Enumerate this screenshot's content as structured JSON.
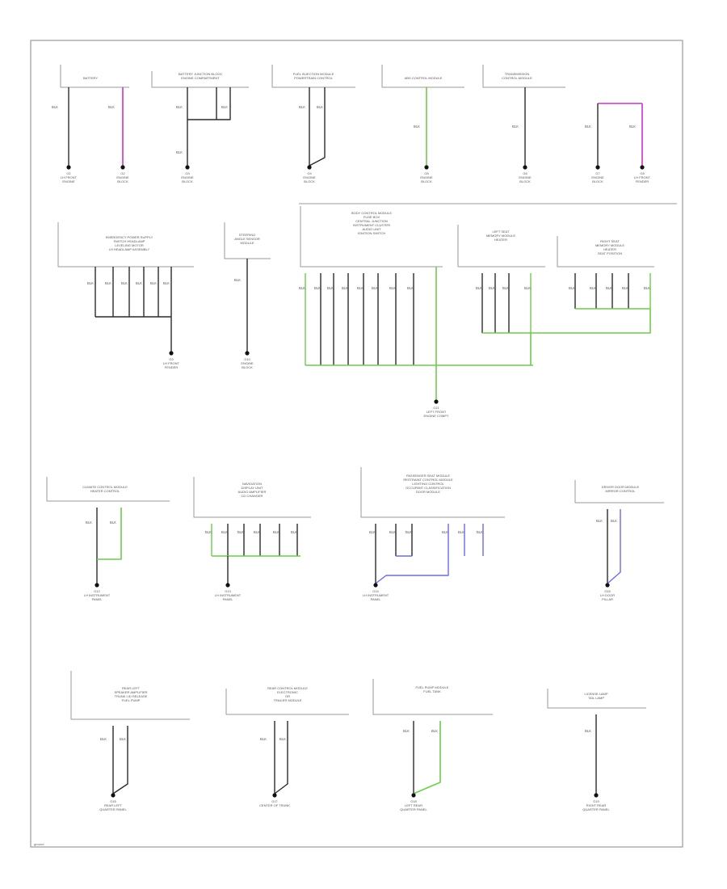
{
  "colors": {
    "wire": "#2a2a2a",
    "green": "#6ccc4c",
    "pink": "#cc33cc",
    "blue": "#6a6aee",
    "frame": "#9a9a9a"
  },
  "footer": "ground",
  "row1": {
    "battery": {
      "title": [
        "BATTERY"
      ],
      "wires": [
        "BLK",
        "BLK"
      ],
      "grounds": [
        [
          "G1",
          "LH FRONT",
          "ENGINE"
        ],
        [
          "G2",
          "ENGINE",
          "BLOCK"
        ]
      ]
    },
    "junction": {
      "title": [
        "BATTERY JUNCTION BLOCK",
        "ENGINE COMPARTMENT"
      ],
      "wires": [
        "BLK",
        "BLK",
        "BLK"
      ],
      "grounds": [
        [
          "G3",
          "ENGINE",
          "BLOCK"
        ]
      ]
    },
    "fuel": {
      "title": [
        "FUEL INJECTION MODULE",
        "POWERTRAIN CONTROL"
      ],
      "wires": [
        "BLK",
        "BLK"
      ],
      "grounds": [
        [
          "G4",
          "ENGINE",
          "BLOCK"
        ]
      ]
    },
    "abs": {
      "title": [
        "ABS CONTROL MODULE"
      ],
      "wires": [
        "BLK"
      ],
      "grounds": [
        [
          "G5",
          "ENGINE",
          "BLOCK"
        ]
      ]
    },
    "transmission": {
      "title": [
        "TRANSMISSION",
        "CONTROL MODULE"
      ],
      "wires": [
        "BLK"
      ],
      "grounds": [
        [
          "G6",
          "ENGINE",
          "BLOCK"
        ]
      ]
    },
    "unlabeled": {
      "title": [],
      "wires": [
        "BLK",
        "BLK"
      ],
      "grounds": [
        [
          "G7",
          "ENGINE",
          "BLOCK"
        ],
        [
          "G8",
          "LH FRONT",
          "FENDER"
        ]
      ]
    }
  },
  "row2": {
    "emergency": {
      "title": [
        "EMERGENCY POWER SUPPLY",
        "SWITCH HEADLAMP",
        "LEVELING MOTOR",
        "LH HEADLAMP ASSEMBLY"
      ],
      "wires": [
        "BLK",
        "BLK",
        "BLK",
        "BLK",
        "BLK",
        "BLK"
      ],
      "grounds": [
        [
          "G9",
          "LH FRONT",
          "FENDER"
        ]
      ]
    },
    "steering": {
      "title": [
        "STEERING",
        "ANGLE SENSOR",
        "MODULE"
      ],
      "wires": [
        "BLK"
      ],
      "grounds": [
        [
          "G10",
          "ENGINE",
          "BLOCK"
        ]
      ]
    },
    "body": {
      "title": [
        "BODY CONTROL MODULE",
        "FUSE BOX",
        "CENTRAL JUNCTION",
        "INSTRUMENT CLUSTER",
        "AUDIO UNIT",
        "IGNITION SWITCH"
      ],
      "wires": [
        "BLK",
        "BLK",
        "BLK",
        "BLK",
        "BLK",
        "BLK",
        "BLK",
        "BLK"
      ],
      "grounds": [
        [
          "G11",
          "LEFT FRONT",
          "ENGINE COMPT"
        ]
      ]
    },
    "leftseat": {
      "title": [
        "LEFT SEAT",
        "MEMORY MODULE",
        "HEATER"
      ],
      "wires": [
        "BLK",
        "BLK",
        "BLK",
        "BLK"
      ],
      "grounds": []
    },
    "rightseat": {
      "title": [
        "RIGHT SEAT",
        "MEMORY MODULE",
        "HEATER",
        "SEAT POSITION"
      ],
      "wires": [
        "BLK",
        "BLK",
        "BLK",
        "BLK",
        "BLK"
      ],
      "grounds": []
    }
  },
  "row3": {
    "climate": {
      "title": [
        "CLIMATE CONTROL MODULE",
        "HEATER CONTROL"
      ],
      "wires": [
        "BLK",
        "BLK"
      ],
      "grounds": [
        [
          "G12",
          "LH INSTRUMENT",
          "PANEL"
        ]
      ]
    },
    "navigation": {
      "title": [
        "NAVIGATION",
        "DISPLAY UNIT",
        "AUDIO AMPLIFIER",
        "CD CHANGER"
      ],
      "wires": [
        "BLK",
        "BLK",
        "BLK",
        "BLK",
        "BLK",
        "BLK"
      ],
      "grounds": [
        [
          "G13",
          "LH INSTRUMENT",
          "PANEL"
        ]
      ]
    },
    "passenger": {
      "title": [
        "PASSENGER SEAT MODULE",
        "RESTRAINT CONTROL MODULE",
        "LIGHTING CONTROL",
        "OCCUPANT CLASSIFICATION",
        "DOOR MODULE"
      ],
      "wires": [
        "BLK",
        "BLK",
        "BLK",
        "BLK",
        "BLK",
        "BLK"
      ],
      "grounds": [
        [
          "G14",
          "LH INSTRUMENT",
          "PANEL"
        ]
      ]
    },
    "driverdoor": {
      "title": [
        "DRIVER DOOR MODULE",
        "MIRROR CONTROL"
      ],
      "wires": [
        "BLK",
        "BLK"
      ],
      "grounds": [
        [
          "G15",
          "LH DOOR",
          "PILLAR"
        ]
      ]
    }
  },
  "row4": {
    "rearleft": {
      "title": [
        "REAR LEFT",
        "SPEAKER AMPLIFIER",
        "TRUNK LID RELEASE",
        "FUEL PUMP"
      ],
      "wires": [
        "BLK",
        "BLK"
      ],
      "grounds": [
        [
          "G16",
          "REAR LEFT",
          "QUARTER PANEL"
        ]
      ]
    },
    "rearcontrol": {
      "title": [
        "REAR CONTROL MODULE",
        "ELECTRONIC",
        "OR",
        "TRAILER MODULE"
      ],
      "wires": [
        "BLK",
        "BLK"
      ],
      "grounds": [
        [
          "G17",
          "CENTER OF TRUNK"
        ]
      ]
    },
    "fuelpump": {
      "title": [
        "FUEL PUMP MODULE",
        "FUEL TANK"
      ],
      "wires": [
        "BLK",
        "BLK"
      ],
      "grounds": [
        [
          "G18",
          "LEFT REAR",
          "QUARTER PANEL"
        ]
      ]
    },
    "license": {
      "title": [
        "LICENSE LAMP",
        "TAIL LAMP"
      ],
      "wires": [
        "BLK"
      ],
      "grounds": [
        [
          "G19",
          "RIGHT REAR",
          "QUARTER PANEL"
        ]
      ]
    }
  }
}
